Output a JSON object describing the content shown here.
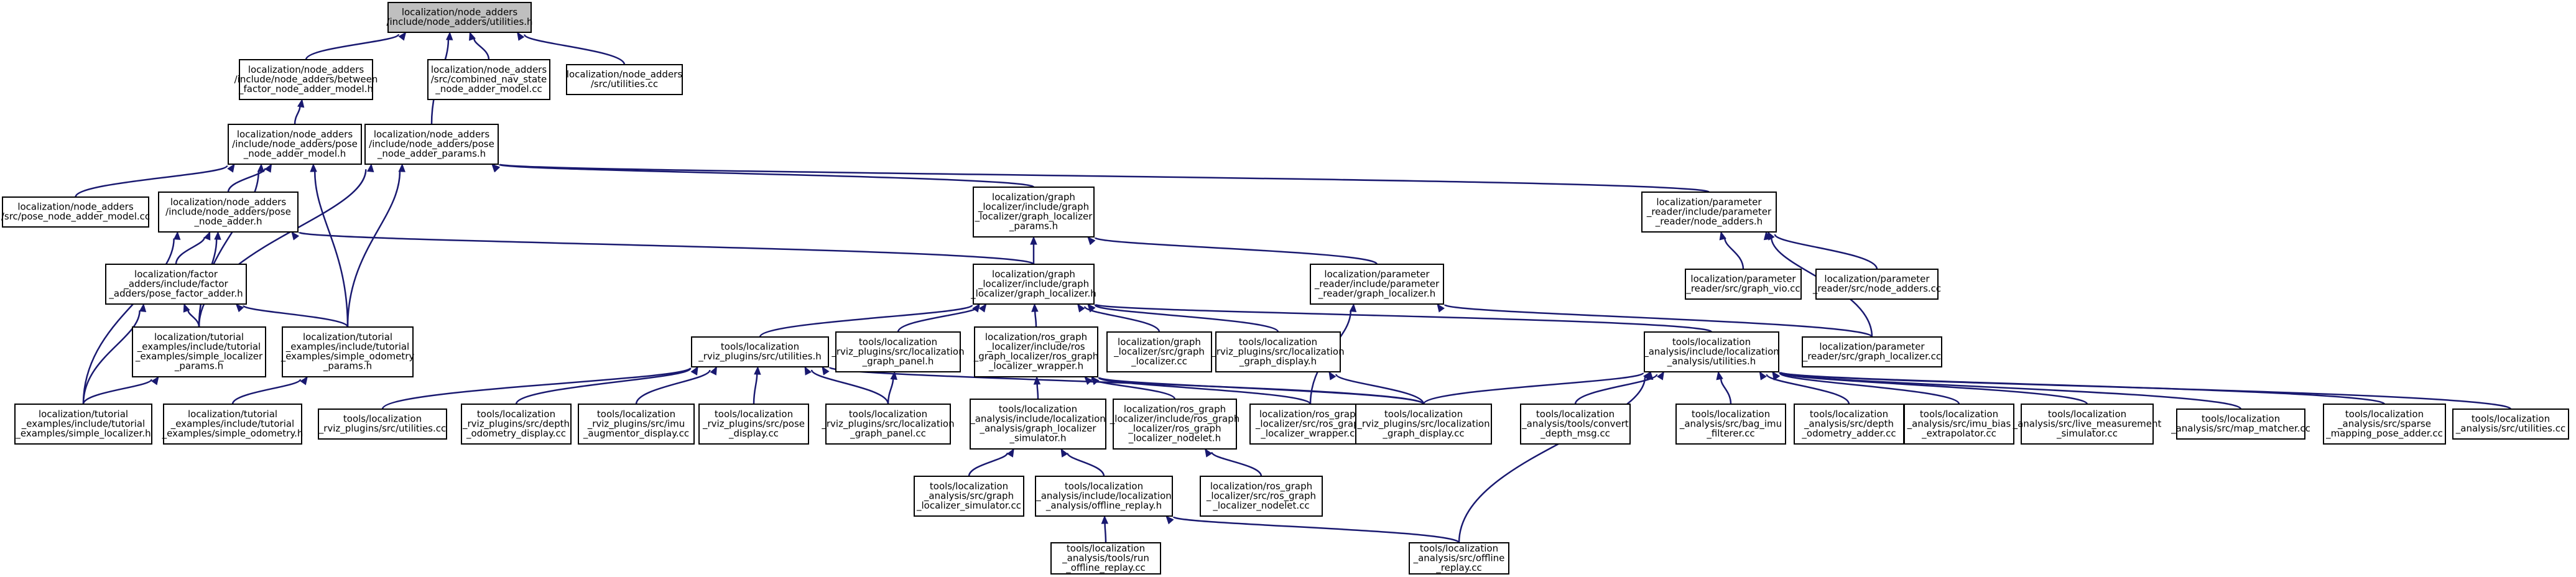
{
  "colors": {
    "root_fill": "#bfbfbf",
    "node_fill": "#ffffff",
    "border": "#000000",
    "edge": "#191970"
  },
  "nodes": [
    {
      "id": "utilities_h",
      "lines": [
        "localization/node_adders",
        "/include/node_adders/utilities.h"
      ],
      "root": true
    },
    {
      "id": "between_factor_model",
      "lines": [
        "localization/node_adders",
        "/include/node_adders/between",
        "_factor_node_adder_model.h"
      ]
    },
    {
      "id": "combined_nav_state_model",
      "lines": [
        "localization/node_adders",
        "/src/combined_nav_state",
        "_node_adder_model.cc"
      ]
    },
    {
      "id": "node_adders_utilities_cc",
      "lines": [
        "localization/node_adders",
        "/src/utilities.cc"
      ]
    },
    {
      "id": "pose_node_adder_model_h",
      "lines": [
        "localization/node_adders",
        "/include/node_adders/pose",
        "_node_adder_model.h"
      ]
    },
    {
      "id": "pose_node_adder_params_h",
      "lines": [
        "localization/node_adders",
        "/include/node_adders/pose",
        "_node_adder_params.h"
      ]
    },
    {
      "id": "pose_node_adder_model_cc",
      "lines": [
        "localization/node_adders",
        "/src/pose_node_adder_model.cc"
      ]
    },
    {
      "id": "pose_node_adder_h",
      "lines": [
        "localization/node_adders",
        "/include/node_adders/pose",
        "_node_adder.h"
      ]
    },
    {
      "id": "graph_localizer_params_h",
      "lines": [
        "localization/graph",
        "_localizer/include/graph",
        "_localizer/graph_localizer",
        "_params.h"
      ]
    },
    {
      "id": "parameter_reader_node_adders_h",
      "lines": [
        "localization/parameter",
        "_reader/include/parameter",
        "_reader/node_adders.h"
      ]
    },
    {
      "id": "pose_factor_adder_h",
      "lines": [
        "localization/factor",
        "_adders/include/factor",
        "_adders/pose_factor_adder.h"
      ]
    },
    {
      "id": "graph_localizer_h",
      "lines": [
        "localization/graph",
        "_localizer/include/graph",
        "_localizer/graph_localizer.h"
      ]
    },
    {
      "id": "parameter_reader_graph_localizer_h",
      "lines": [
        "localization/parameter",
        "_reader/include/parameter",
        "_reader/graph_localizer.h"
      ]
    },
    {
      "id": "param_reader_graph_vio_cc",
      "lines": [
        "localization/parameter",
        "_reader/src/graph_vio.cc"
      ]
    },
    {
      "id": "param_reader_node_adders_cc",
      "lines": [
        "localization/parameter",
        "_reader/src/node_adders.cc"
      ]
    },
    {
      "id": "simple_localizer_params_h",
      "lines": [
        "localization/tutorial",
        "_examples/include/tutorial",
        "_examples/simple_localizer",
        "_params.h"
      ]
    },
    {
      "id": "simple_odometry_params_h",
      "lines": [
        "localization/tutorial",
        "_examples/include/tutorial",
        "_examples/simple_odometry",
        "_params.h"
      ]
    },
    {
      "id": "rviz_utilities_h",
      "lines": [
        "tools/localization",
        "_rviz_plugins/src/utilities.h"
      ]
    },
    {
      "id": "graph_panel_h",
      "lines": [
        "tools/localization",
        "_rviz_plugins/src/localization",
        "_graph_panel.h"
      ]
    },
    {
      "id": "ros_graph_localizer_wrapper_h",
      "lines": [
        "localization/ros_graph",
        "_localizer/include/ros",
        "_graph_localizer/ros_graph",
        "_localizer_wrapper.h"
      ]
    },
    {
      "id": "graph_localizer_cc",
      "lines": [
        "localization/graph",
        "_localizer/src/graph",
        "_localizer.cc"
      ]
    },
    {
      "id": "graph_display_h",
      "lines": [
        "tools/localization",
        "_rviz_plugins/src/localization",
        "_graph_display.h"
      ]
    },
    {
      "id": "analysis_utilities_h",
      "lines": [
        "tools/localization",
        "_analysis/include/localization",
        "_analysis/utilities.h"
      ]
    },
    {
      "id": "param_reader_graph_localizer_cc",
      "lines": [
        "localization/parameter",
        "_reader/src/graph_localizer.cc"
      ]
    },
    {
      "id": "simple_localizer_h",
      "lines": [
        "localization/tutorial",
        "_examples/include/tutorial",
        "_examples/simple_localizer.h"
      ]
    },
    {
      "id": "simple_odometry_h",
      "lines": [
        "localization/tutorial",
        "_examples/include/tutorial",
        "_examples/simple_odometry.h"
      ]
    },
    {
      "id": "rviz_utilities_cc",
      "lines": [
        "tools/localization",
        "_rviz_plugins/src/utilities.cc"
      ]
    },
    {
      "id": "depth_odometry_display_cc",
      "lines": [
        "tools/localization",
        "_rviz_plugins/src/depth",
        "_odometry_display.cc"
      ]
    },
    {
      "id": "imu_augmentor_display_cc",
      "lines": [
        "tools/localization",
        "_rviz_plugins/src/imu",
        "_augmentor_display.cc"
      ]
    },
    {
      "id": "pose_display_cc",
      "lines": [
        "tools/localization",
        "_rviz_plugins/src/pose",
        "_display.cc"
      ]
    },
    {
      "id": "graph_panel_cc",
      "lines": [
        "tools/localization",
        "_rviz_plugins/src/localization",
        "_graph_panel.cc"
      ]
    },
    {
      "id": "graph_localizer_simulator_h",
      "lines": [
        "tools/localization",
        "_analysis/include/localization",
        "_analysis/graph_localizer",
        "_simulator.h"
      ]
    },
    {
      "id": "ros_graph_localizer_nodelet_h",
      "lines": [
        "localization/ros_graph",
        "_localizer/include/ros_graph",
        "_localizer/ros_graph",
        "_localizer_nodelet.h"
      ]
    },
    {
      "id": "ros_graph_localizer_wrapper_cc",
      "lines": [
        "localization/ros_graph",
        "_localizer/src/ros_graph",
        "_localizer_wrapper.cc"
      ]
    },
    {
      "id": "graph_display_cc",
      "lines": [
        "tools/localization",
        "_rviz_plugins/src/localization",
        "_graph_display.cc"
      ]
    },
    {
      "id": "convert_depth_msg_cc",
      "lines": [
        "tools/localization",
        "_analysis/tools/convert",
        "_depth_msg.cc"
      ]
    },
    {
      "id": "bag_imu_filterer_cc",
      "lines": [
        "tools/localization",
        "_analysis/src/bag_imu",
        "_filterer.cc"
      ]
    },
    {
      "id": "depth_odometry_adder_cc",
      "lines": [
        "tools/localization",
        "_analysis/src/depth",
        "_odometry_adder.cc"
      ]
    },
    {
      "id": "imu_bias_extrapolator_cc",
      "lines": [
        "tools/localization",
        "_analysis/src/imu_bias",
        "_extrapolator.cc"
      ]
    },
    {
      "id": "live_measurement_simulator_cc",
      "lines": [
        "tools/localization",
        "_analysis/src/live_measurement",
        "_simulator.cc"
      ]
    },
    {
      "id": "map_matcher_cc",
      "lines": [
        "tools/localization",
        "_analysis/src/map_matcher.cc"
      ]
    },
    {
      "id": "sparse_mapping_pose_adder_cc",
      "lines": [
        "tools/localization",
        "_analysis/src/sparse",
        "_mapping_pose_adder.cc"
      ]
    },
    {
      "id": "analysis_utilities_cc",
      "lines": [
        "tools/localization",
        "_analysis/src/utilities.cc"
      ]
    },
    {
      "id": "graph_localizer_simulator_cc",
      "lines": [
        "tools/localization",
        "_analysis/src/graph",
        "_localizer_simulator.cc"
      ]
    },
    {
      "id": "offline_replay_h",
      "lines": [
        "tools/localization",
        "_analysis/include/localization",
        "_analysis/offline_replay.h"
      ]
    },
    {
      "id": "ros_graph_localizer_nodelet_cc",
      "lines": [
        "localization/ros_graph",
        "_localizer/src/ros_graph",
        "_localizer_nodelet.cc"
      ]
    },
    {
      "id": "run_offline_replay_cc",
      "lines": [
        "tools/localization",
        "_analysis/tools/run",
        "_offline_replay.cc"
      ]
    },
    {
      "id": "offline_replay_cc",
      "lines": [
        "tools/localization",
        "_analysis/src/offline",
        "_replay.cc"
      ]
    }
  ],
  "edges": [
    [
      "between_factor_model",
      "utilities_h"
    ],
    [
      "combined_nav_state_model",
      "utilities_h"
    ],
    [
      "node_adders_utilities_cc",
      "utilities_h"
    ],
    [
      "pose_node_adder_params_h",
      "utilities_h"
    ],
    [
      "pose_node_adder_model_h",
      "between_factor_model"
    ],
    [
      "pose_node_adder_model_cc",
      "pose_node_adder_model_h"
    ],
    [
      "pose_node_adder_h",
      "pose_node_adder_model_h"
    ],
    [
      "simple_localizer_params_h",
      "pose_node_adder_model_h"
    ],
    [
      "simple_odometry_params_h",
      "pose_node_adder_model_h"
    ],
    [
      "graph_localizer_params_h",
      "pose_node_adder_params_h"
    ],
    [
      "parameter_reader_node_adders_h",
      "pose_node_adder_params_h"
    ],
    [
      "simple_localizer_params_h",
      "pose_node_adder_params_h"
    ],
    [
      "simple_odometry_params_h",
      "pose_node_adder_params_h"
    ],
    [
      "pose_factor_adder_h",
      "pose_node_adder_h"
    ],
    [
      "graph_localizer_h",
      "pose_node_adder_h"
    ],
    [
      "simple_localizer_params_h",
      "pose_node_adder_h"
    ],
    [
      "simple_localizer_h",
      "pose_node_adder_h"
    ],
    [
      "graph_localizer_h",
      "graph_localizer_params_h"
    ],
    [
      "parameter_reader_graph_localizer_h",
      "graph_localizer_params_h"
    ],
    [
      "param_reader_graph_vio_cc",
      "parameter_reader_node_adders_h"
    ],
    [
      "param_reader_node_adders_cc",
      "parameter_reader_node_adders_h"
    ],
    [
      "param_reader_graph_localizer_cc",
      "parameter_reader_node_adders_h"
    ],
    [
      "simple_localizer_params_h",
      "pose_factor_adder_h"
    ],
    [
      "simple_odometry_params_h",
      "pose_factor_adder_h"
    ],
    [
      "simple_localizer_h",
      "pose_factor_adder_h"
    ],
    [
      "rviz_utilities_h",
      "graph_localizer_h"
    ],
    [
      "graph_panel_h",
      "graph_localizer_h"
    ],
    [
      "ros_graph_localizer_wrapper_h",
      "graph_localizer_h"
    ],
    [
      "graph_localizer_cc",
      "graph_localizer_h"
    ],
    [
      "graph_display_h",
      "graph_localizer_h"
    ],
    [
      "analysis_utilities_h",
      "graph_localizer_h"
    ],
    [
      "param_reader_graph_localizer_cc",
      "parameter_reader_graph_localizer_h"
    ],
    [
      "ros_graph_localizer_wrapper_cc",
      "parameter_reader_graph_localizer_h"
    ],
    [
      "simple_localizer_h",
      "simple_localizer_params_h"
    ],
    [
      "simple_odometry_h",
      "simple_odometry_params_h"
    ],
    [
      "rviz_utilities_cc",
      "rviz_utilities_h"
    ],
    [
      "depth_odometry_display_cc",
      "rviz_utilities_h"
    ],
    [
      "imu_augmentor_display_cc",
      "rviz_utilities_h"
    ],
    [
      "pose_display_cc",
      "rviz_utilities_h"
    ],
    [
      "graph_panel_cc",
      "rviz_utilities_h"
    ],
    [
      "graph_display_cc",
      "rviz_utilities_h"
    ],
    [
      "graph_panel_cc",
      "graph_panel_h"
    ],
    [
      "graph_localizer_simulator_h",
      "ros_graph_localizer_wrapper_h"
    ],
    [
      "ros_graph_localizer_nodelet_h",
      "ros_graph_localizer_wrapper_h"
    ],
    [
      "ros_graph_localizer_wrapper_cc",
      "ros_graph_localizer_wrapper_h"
    ],
    [
      "graph_display_cc",
      "ros_graph_localizer_wrapper_h"
    ],
    [
      "graph_display_cc",
      "graph_display_h"
    ],
    [
      "graph_display_cc",
      "analysis_utilities_h"
    ],
    [
      "convert_depth_msg_cc",
      "analysis_utilities_h"
    ],
    [
      "bag_imu_filterer_cc",
      "analysis_utilities_h"
    ],
    [
      "depth_odometry_adder_cc",
      "analysis_utilities_h"
    ],
    [
      "imu_bias_extrapolator_cc",
      "analysis_utilities_h"
    ],
    [
      "live_measurement_simulator_cc",
      "analysis_utilities_h"
    ],
    [
      "map_matcher_cc",
      "analysis_utilities_h"
    ],
    [
      "sparse_mapping_pose_adder_cc",
      "analysis_utilities_h"
    ],
    [
      "analysis_utilities_cc",
      "analysis_utilities_h"
    ],
    [
      "offline_replay_cc",
      "analysis_utilities_h"
    ],
    [
      "graph_localizer_simulator_cc",
      "graph_localizer_simulator_h"
    ],
    [
      "offline_replay_h",
      "graph_localizer_simulator_h"
    ],
    [
      "ros_graph_localizer_nodelet_cc",
      "ros_graph_localizer_nodelet_h"
    ],
    [
      "run_offline_replay_cc",
      "offline_replay_h"
    ],
    [
      "offline_replay_cc",
      "offline_replay_h"
    ]
  ]
}
